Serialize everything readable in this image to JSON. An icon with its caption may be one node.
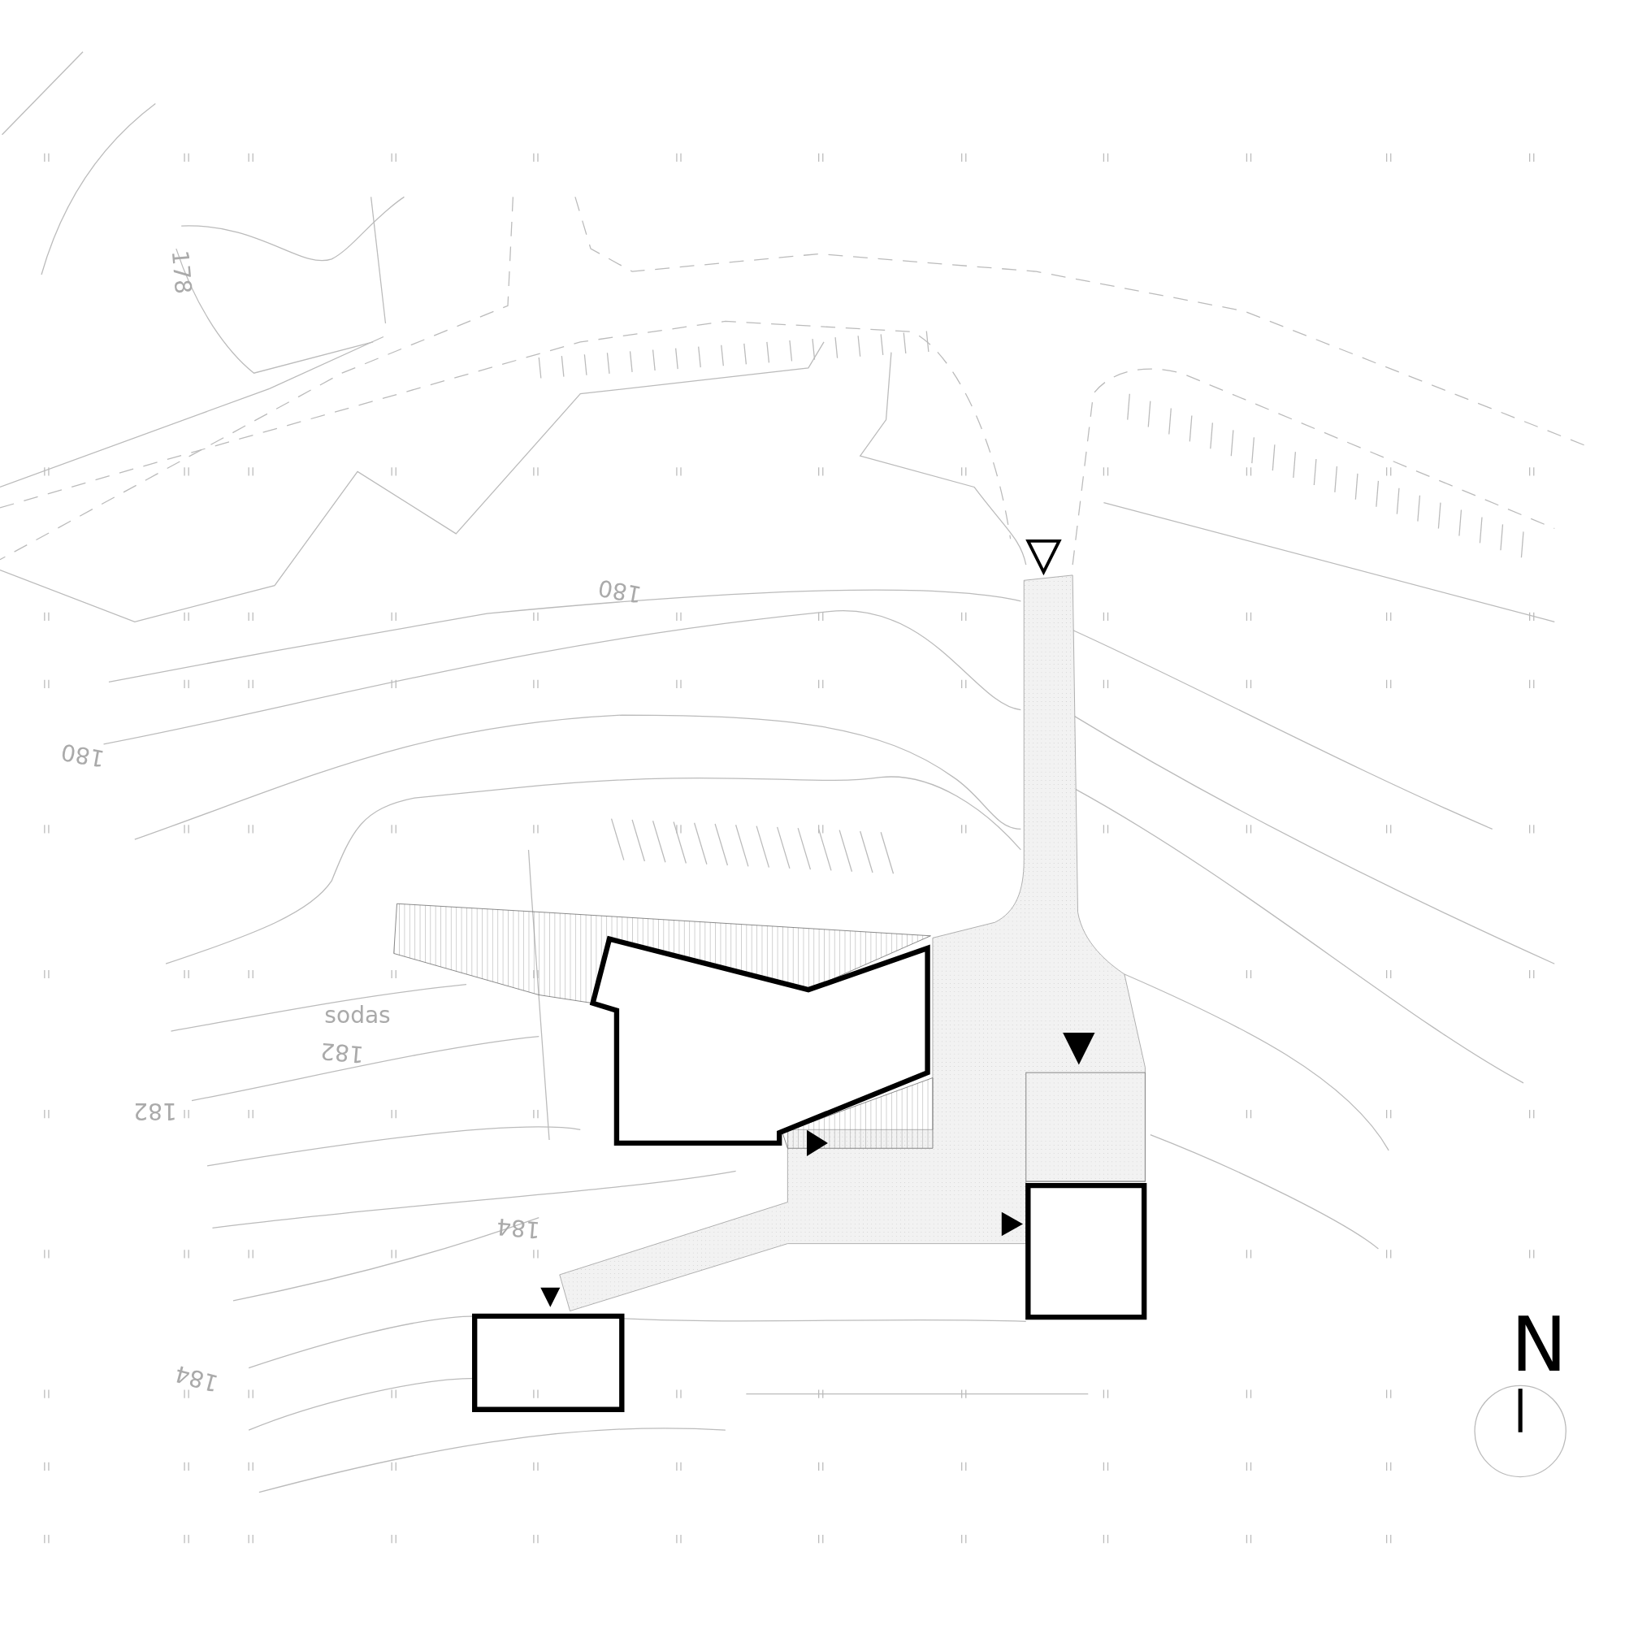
{
  "diagram": {
    "labels": [
      "178",
      "180",
      "180",
      "sodas",
      "182",
      "182",
      "184",
      "184",
      "N"
    ]
  }
}
